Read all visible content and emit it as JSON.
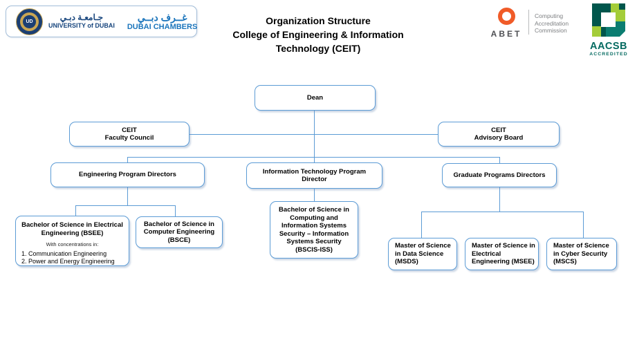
{
  "header": {
    "ud_logo": {
      "seal_monogram": "UD",
      "arabic_name": "جـامعـة دبـي",
      "english_name": "UNIVERSITY of DUBAI",
      "chambers_arabic": "غــرف دبــي",
      "chambers_english": "DUBAI CHAMBERS"
    },
    "title_line1": "Organization Structure",
    "title_line2": "College of Engineering & Information",
    "title_line3": "Technology (CEIT)",
    "abet": {
      "wordmark": "ABET",
      "commission_line1": "Computing",
      "commission_line2": "Accreditation",
      "commission_line3": "Commission"
    },
    "aacsb": {
      "wordmark": "AACSB",
      "tagline": "ACCREDITED"
    }
  },
  "org_chart": {
    "dean": "Dean",
    "faculty_council": "CEIT\nFaculty Council",
    "advisory_board": "CEIT\nAdvisory Board",
    "engineering_directors": "Engineering Program Directors",
    "it_director": "Information Technology Program Director",
    "graduate_directors": "Graduate Programs Directors",
    "bsee_title": "Bachelor of Science in Electrical Engineering (BSEE)",
    "bsee_note": "With concentrations in:",
    "bsee_item1": "1. Communication Engineering",
    "bsee_item2": "2. Power and Energy Engineering",
    "bsce": "Bachelor of Science in Computer Engineering (BSCE)",
    "bscis": "Bachelor of Science in Computing and Information Systems Security – Information Systems Security (BSCIS-ISS)",
    "msds": "Master of Science in Data Science (MSDS)",
    "msee": "Master of Science in Electrical Engineering (MSEE)",
    "mscs": "Master of Science in Cyber Security (MSCS)"
  },
  "colors": {
    "node_border": "#5b9bd5",
    "connector_line": "#5b9bd5",
    "ud_navy": "#17457d",
    "chambers_blue": "#1b75bc",
    "abet_orange": "#f05b28",
    "abet_gray": "#7e8083",
    "aacsb_teal": "#046a60",
    "aacsb_dark": "#00564c",
    "aacsb_lime": "#a4cd39",
    "aacsb_mid": "#0b7d71"
  }
}
